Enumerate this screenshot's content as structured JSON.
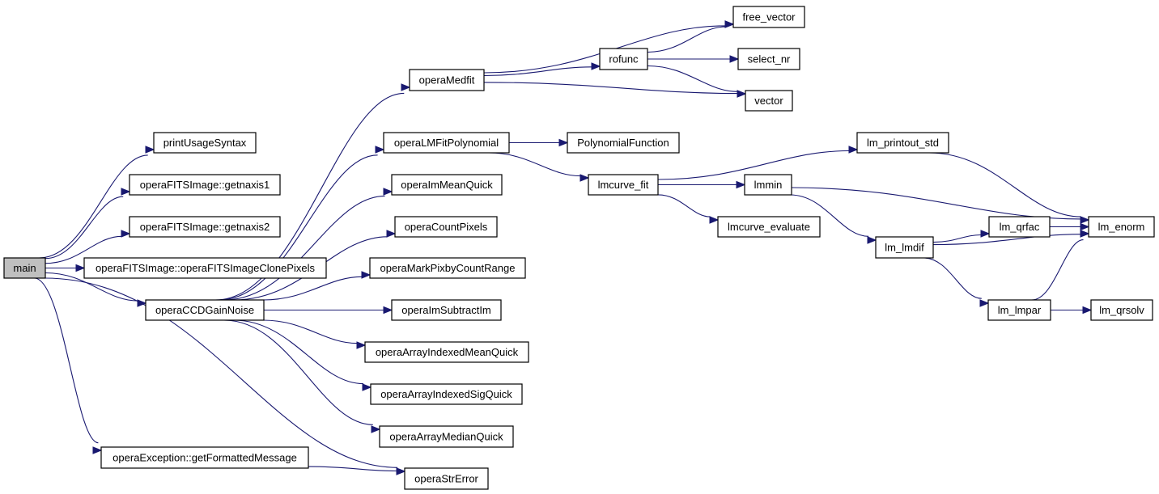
{
  "graph": {
    "edge_color": "#191970",
    "root_fill": "#bfbfbf",
    "nodes": [
      {
        "id": "main",
        "label": "main"
      },
      {
        "id": "printUsageSyntax",
        "label": "printUsageSyntax"
      },
      {
        "id": "getnaxis1",
        "label": "operaFITSImage::getnaxis1"
      },
      {
        "id": "getnaxis2",
        "label": "operaFITSImage::getnaxis2"
      },
      {
        "id": "clonepixels",
        "label": "operaFITSImage::operaFITSImageClonePixels"
      },
      {
        "id": "ccdgainnoise",
        "label": "operaCCDGainNoise"
      },
      {
        "id": "getformatted",
        "label": "operaException::getFormattedMessage"
      },
      {
        "id": "strerror",
        "label": "operaStrError"
      },
      {
        "id": "medfit",
        "label": "operaMedfit"
      },
      {
        "id": "lmfitpoly",
        "label": "operaLMFitPolynomial"
      },
      {
        "id": "immeanquick",
        "label": "operaImMeanQuick"
      },
      {
        "id": "countpixels",
        "label": "operaCountPixels"
      },
      {
        "id": "markpix",
        "label": "operaMarkPixbyCountRange"
      },
      {
        "id": "imsubtract",
        "label": "operaImSubtractIm"
      },
      {
        "id": "arrmean",
        "label": "operaArrayIndexedMeanQuick"
      },
      {
        "id": "arrsig",
        "label": "operaArrayIndexedSigQuick"
      },
      {
        "id": "arrmedian",
        "label": "operaArrayMedianQuick"
      },
      {
        "id": "rofunc",
        "label": "rofunc"
      },
      {
        "id": "free_vector",
        "label": "free_vector"
      },
      {
        "id": "select_nr",
        "label": "select_nr"
      },
      {
        "id": "vector",
        "label": "vector"
      },
      {
        "id": "polyfunc",
        "label": "PolynomialFunction"
      },
      {
        "id": "lmcurve_fit",
        "label": "lmcurve_fit"
      },
      {
        "id": "lm_printout_std",
        "label": "lm_printout_std"
      },
      {
        "id": "lmmin",
        "label": "lmmin"
      },
      {
        "id": "lmcurve_evaluate",
        "label": "lmcurve_evaluate"
      },
      {
        "id": "lm_lmdif",
        "label": "lm_lmdif"
      },
      {
        "id": "lm_qrfac",
        "label": "lm_qrfac"
      },
      {
        "id": "lm_enorm",
        "label": "lm_enorm"
      },
      {
        "id": "lm_lmpar",
        "label": "lm_lmpar"
      },
      {
        "id": "lm_qrsolv",
        "label": "lm_qrsolv"
      }
    ],
    "edges": [
      [
        "main",
        "printUsageSyntax"
      ],
      [
        "main",
        "getnaxis1"
      ],
      [
        "main",
        "getnaxis2"
      ],
      [
        "main",
        "clonepixels"
      ],
      [
        "main",
        "ccdgainnoise"
      ],
      [
        "main",
        "getformatted"
      ],
      [
        "main",
        "strerror"
      ],
      [
        "getformatted",
        "strerror"
      ],
      [
        "ccdgainnoise",
        "medfit"
      ],
      [
        "ccdgainnoise",
        "lmfitpoly"
      ],
      [
        "ccdgainnoise",
        "immeanquick"
      ],
      [
        "ccdgainnoise",
        "countpixels"
      ],
      [
        "ccdgainnoise",
        "markpix"
      ],
      [
        "ccdgainnoise",
        "imsubtract"
      ],
      [
        "ccdgainnoise",
        "arrmean"
      ],
      [
        "ccdgainnoise",
        "arrsig"
      ],
      [
        "ccdgainnoise",
        "arrmedian"
      ],
      [
        "medfit",
        "free_vector"
      ],
      [
        "medfit",
        "rofunc"
      ],
      [
        "medfit",
        "vector"
      ],
      [
        "rofunc",
        "free_vector"
      ],
      [
        "rofunc",
        "select_nr"
      ],
      [
        "rofunc",
        "vector"
      ],
      [
        "lmfitpoly",
        "polyfunc"
      ],
      [
        "lmfitpoly",
        "lmcurve_fit"
      ],
      [
        "lmcurve_fit",
        "lm_printout_std"
      ],
      [
        "lmcurve_fit",
        "lmmin"
      ],
      [
        "lmcurve_fit",
        "lmcurve_evaluate"
      ],
      [
        "lm_printout_std",
        "lm_enorm"
      ],
      [
        "lmmin",
        "lm_enorm"
      ],
      [
        "lmmin",
        "lm_lmdif"
      ],
      [
        "lm_lmdif",
        "lm_qrfac"
      ],
      [
        "lm_lmdif",
        "lm_enorm"
      ],
      [
        "lm_lmdif",
        "lm_lmpar"
      ],
      [
        "lm_qrfac",
        "lm_enorm"
      ],
      [
        "lm_lmpar",
        "lm_enorm"
      ],
      [
        "lm_lmpar",
        "lm_qrsolv"
      ]
    ]
  }
}
